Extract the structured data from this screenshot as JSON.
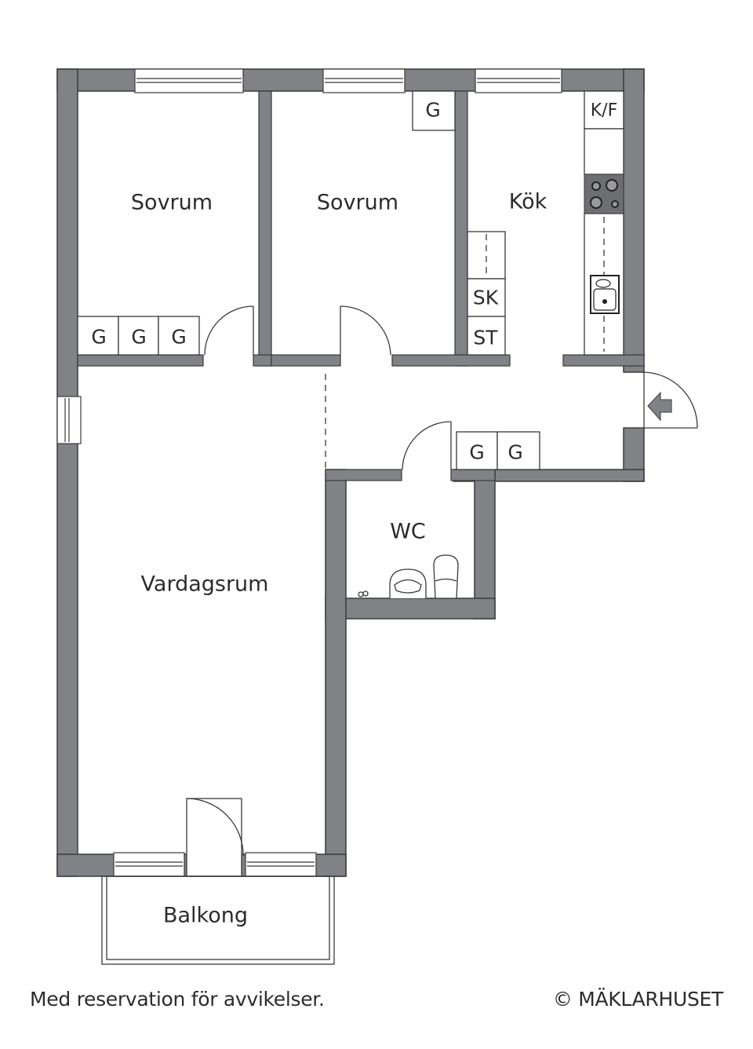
{
  "floorplan": {
    "wall_color": "#808285",
    "line_color": "#3a3a3a",
    "rooms": {
      "bedroom_1": "Sovrum",
      "bedroom_2": "Sovrum",
      "kitchen": "Kök",
      "living_room": "Vardagsrum",
      "wc": "WC",
      "balcony": "Balkong"
    },
    "fixtures": {
      "wardrobe_label": "G",
      "fridge_freezer": "K/F",
      "cleaning_closet": "SK",
      "storage": "ST"
    }
  },
  "footer": {
    "disclaimer": "Med reservation för avvikelser.",
    "copyright": "© MÄKLARHUSET"
  }
}
